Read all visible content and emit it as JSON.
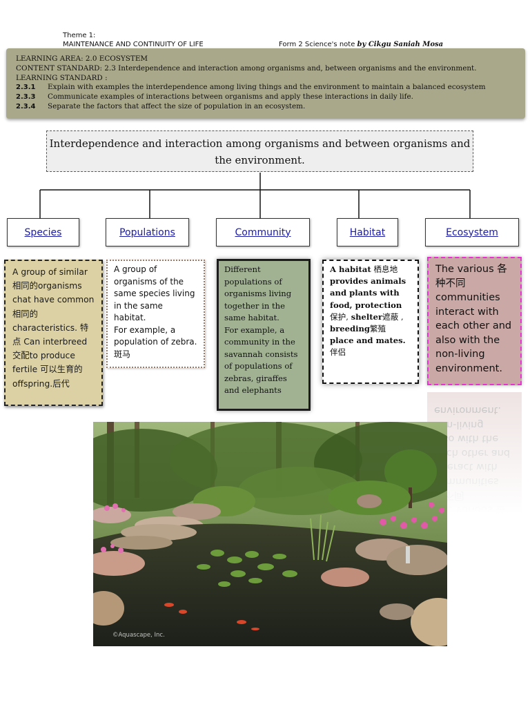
{
  "header": {
    "theme_number": "Theme 1:",
    "theme_title": "MAINTENANCE AND CONTINUITY OF LIFE",
    "form_note": "Form 2 Science's note",
    "by_author": "by Cikgu Saniah Mosa"
  },
  "banner": {
    "learning_area": "LEARNING AREA: 2.0 ECOSYSTEM",
    "content_standard_label": "CONTENT STANDARD:",
    "content_standard_text": "2.3 Interdependence and interaction among organisms and, between organisms and the environment.",
    "learning_standard_label": "LEARNING STANDARD :",
    "standards": [
      {
        "code": "2.3.1",
        "text": "Explain with examples the interdependence among living things and the environment to maintain a balanced ecosystem"
      },
      {
        "code": "2.3.3",
        "text": "Communicate examples of interactions between organisms and apply these interactions in daily life."
      },
      {
        "code": "2.3.4",
        "text": "Separate the factors that affect the size of population in an ecosystem."
      }
    ]
  },
  "main_title": "Interdependence and interaction among organisms and between organisms and the environment.",
  "concepts": [
    "Species",
    "Populations",
    "Community",
    "Habitat",
    "Ecosystem"
  ],
  "definitions": {
    "species": "A group of similar 相同的organisms chat have common 相同的 characteristics. 特点 Can interbreed 交配to produce fertile 可以生育的offspring.后代",
    "populations_1": "A group of organisms of the same species living in the same habitat.",
    "populations_2": "For example, a population of zebra.斑马",
    "community_1": "Different populations of organisms living together in the same habitat.",
    "community_2": "For example, a community in the savannah consists of populations of zebras, giraffes and elephants",
    "habitat_b1": "A habitat",
    "habitat_t1": " 栖息地 ",
    "habitat_b2": "provides animals and plants with food, protection",
    "habitat_t2": " 保护, ",
    "habitat_b3": "shelter",
    "habitat_t3": "遮蔽 , ",
    "habitat_b4": "breeding",
    "habitat_t4": "繁殖 ",
    "habitat_b5": "place and mates.",
    "habitat_t5": "伴侣",
    "ecosystem": "The various 各种不同 communities interact with each other and also with the non-living environment."
  },
  "photo": {
    "credit": "©Aquascape, Inc."
  },
  "colors": {
    "banner_bg": "#aaa88a",
    "species_bg": "#dcd1a4",
    "community_bg": "#a1b293",
    "ecosystem_bg": "#c9a8a5",
    "ecosystem_border": "#e633d0",
    "concept_link": "#1a1aa8"
  }
}
